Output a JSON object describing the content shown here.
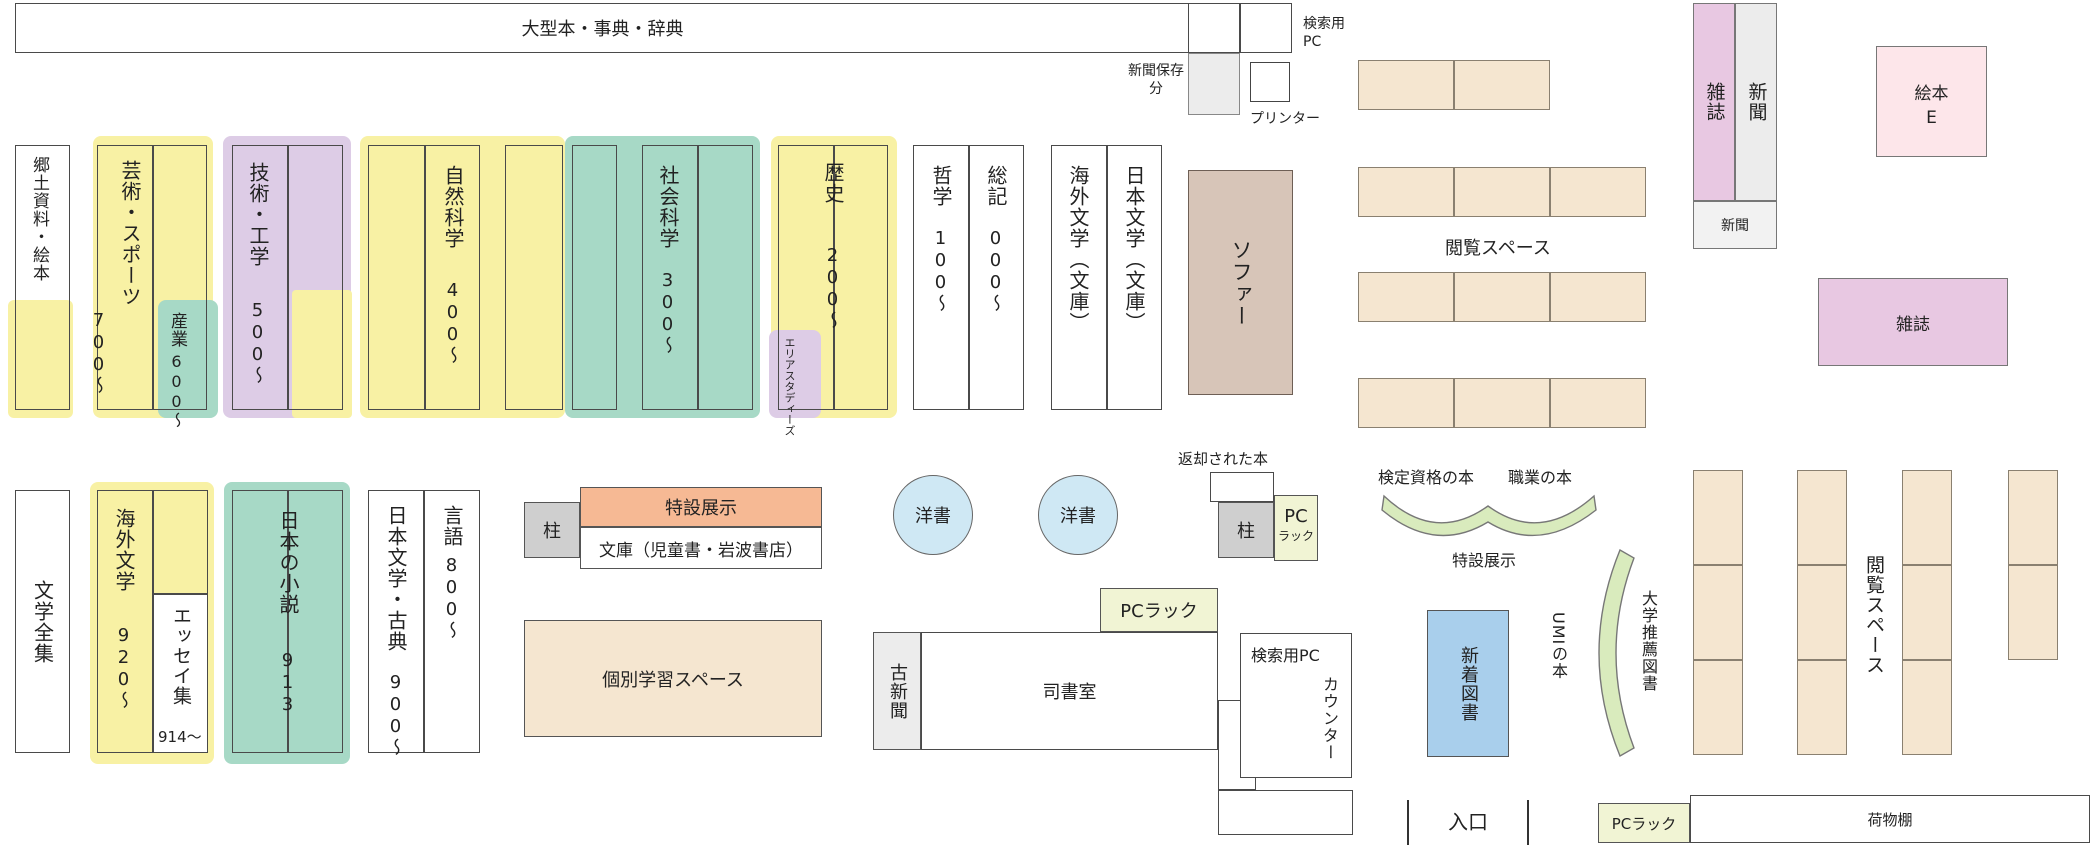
{
  "top": {
    "big_books": "大型本・事典・辞典",
    "search_pc": "検索用PC",
    "newspaper_storage": "新聞保存分",
    "printer": "プリンター"
  },
  "upper_row": {
    "local_picture": "郷土資料・絵本",
    "arts_sports": "芸術・スポーツ",
    "arts_code": "700～",
    "industry": "産業",
    "industry_code": "600～",
    "technology": "技術・工学",
    "technology_code": "500～",
    "natural_science": "自然科学",
    "natural_code": "400～",
    "social_science": "社会科学",
    "social_code": "300～",
    "history": "歴史",
    "history_code": "200～",
    "area_studies": "エリアスタディーズ",
    "philosophy": "哲学",
    "philosophy_code": "100～",
    "general": "総記",
    "general_code": "000～",
    "foreign_lit_bunko": "海外文学（文庫）",
    "japanese_lit_bunko": "日本文学（文庫）",
    "sofa": "ソファー"
  },
  "lower_row": {
    "lit_collection": "文学全集",
    "foreign_lit": "海外文学",
    "foreign_code": "920～",
    "essays": "エッセイ集",
    "essay_code": "914～",
    "jp_novels": "日本の小説",
    "jp_novels_code": "913",
    "jp_lit_classic": "日本文学・古典",
    "jp_lit_code": "900～",
    "language": "言語",
    "language_code": "800～",
    "pillar": "柱",
    "special_exhibit": "特設展示",
    "bunko": "文庫（児童書・岩波書店）",
    "study_space": "個別学習スペース",
    "western_books": "洋書",
    "returned_books": "返却された本",
    "pc_rack_label": "PC",
    "pc_rack_sub": "ラック",
    "pc_rack": "PCラック",
    "old_newspapers": "古新聞",
    "librarian_room": "司書室",
    "search_pc2": "検索用PC",
    "counter": "カウンター",
    "entrance": "入口",
    "luggage": "荷物棚"
  },
  "right": {
    "reading_space": "閲覧スペース",
    "reading_space2": "閲覧スペース",
    "qualification_books": "検定資格の本",
    "career_books": "職業の本",
    "special_exhibit2": "特設展示",
    "umi_books": "UMIの本",
    "university_books": "大学推薦図書",
    "new_books": "新着図書",
    "magazines_v": "雑誌",
    "newspaper_v": "新聞",
    "newspaper": "新聞",
    "picture_books": "絵本",
    "picture_code": "E",
    "magazines": "雑誌"
  },
  "colors": {
    "yellow": "#f8f1a4",
    "purple": "#ddcce6",
    "green": "#a7d9c6",
    "beige": "#f5e6d0",
    "salmon": "#f6b994",
    "light_blue": "#cfe8f4",
    "new_books_blue": "#a9cfec",
    "pink": "#e8c8e2",
    "sofa": "#d7c5b8",
    "pc_rack": "#f1f4d4",
    "pillar": "#cfcfcf"
  }
}
